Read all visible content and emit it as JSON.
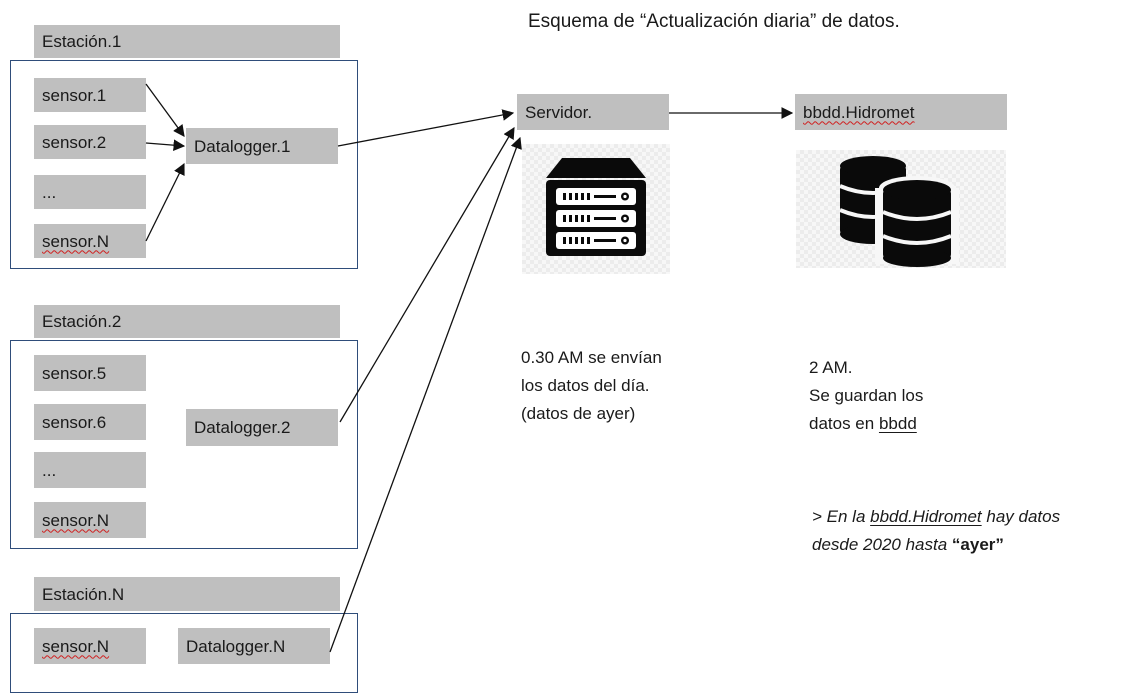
{
  "title": "Esquema de “Actualización diaria” de datos.",
  "stations": [
    {
      "name": "Estación.1",
      "sensors": [
        "sensor.1",
        "sensor.2",
        "...",
        "sensor.N"
      ],
      "datalogger": "Datalogger.1"
    },
    {
      "name": "Estación.2",
      "sensors": [
        "sensor.5",
        "sensor.6",
        "...",
        "sensor.N"
      ],
      "datalogger": "Datalogger.2"
    },
    {
      "name": "Estación.N",
      "sensors": [
        "sensor.N"
      ],
      "datalogger": "Datalogger.N"
    }
  ],
  "server": {
    "label": "Servidor.",
    "icon": "server-rack-icon"
  },
  "database": {
    "label": "bbdd.Hidromet",
    "icon": "database-icon"
  },
  "notes": {
    "server_note": [
      "0.30 AM se envían",
      "los datos del día.",
      "(datos de ayer)"
    ],
    "db_note": [
      "2 AM.",
      "Se guardan los",
      "datos en ",
      "bbdd"
    ],
    "remark": {
      "line1_prefix": "> En la ",
      "line1_link": "bbdd.Hidromet",
      "line1_suffix": " hay datos",
      "line2_prefix": "desde 2020 hasta ",
      "line2_bold": "“ayer”"
    }
  },
  "colors": {
    "label_bg": "#bfbfbf",
    "box_border": "#2f4d7a",
    "arrow": "#111111",
    "spellcheck": "#d02020"
  }
}
